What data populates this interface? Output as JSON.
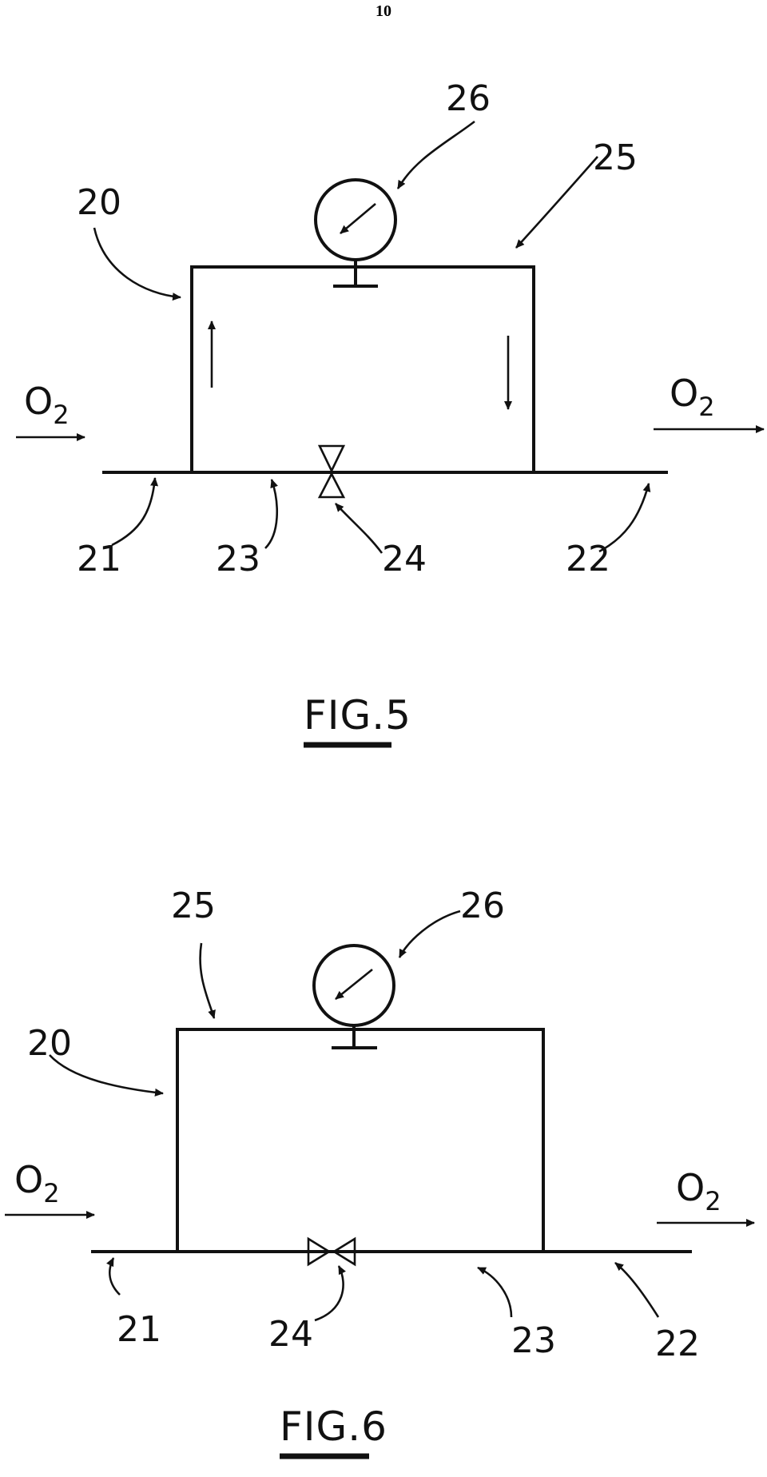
{
  "page_number": "10",
  "figures": [
    {
      "id": "fig5",
      "caption": "FIG.5",
      "inlet_label": "O",
      "inlet_sub": "2",
      "outlet_label": "O",
      "outlet_sub": "2",
      "refs": {
        "loop": "20",
        "inlet": "21",
        "outlet": "22",
        "bypass": "23",
        "valve": "24",
        "branch": "25",
        "gauge": "26"
      }
    },
    {
      "id": "fig6",
      "caption": "FIG.6",
      "inlet_label": "O",
      "inlet_sub": "2",
      "outlet_label": "O",
      "outlet_sub": "2",
      "refs": {
        "loop": "20",
        "inlet": "21",
        "outlet": "22",
        "bypass": "23",
        "valve": "24",
        "branch": "25",
        "gauge": "26"
      }
    }
  ]
}
